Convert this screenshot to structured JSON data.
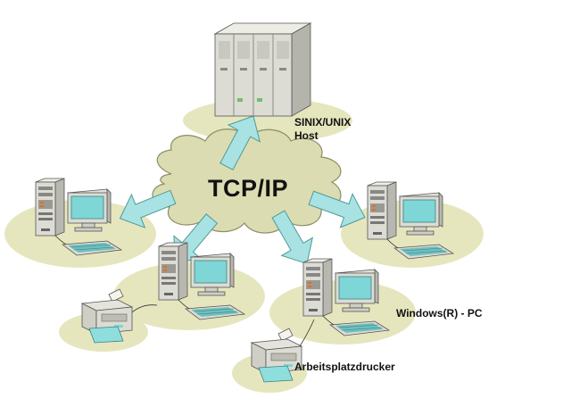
{
  "network": {
    "protocol_label": "TCP/IP"
  },
  "host": {
    "label_line1": "SINIX/UNIX",
    "label_line2": "Host"
  },
  "pc_label": "Windows(R) - PC",
  "printer_label": "Arbeitsplatzdrucker",
  "colors": {
    "cloud": "#dcdcb2",
    "cloud_stroke": "#8c8c66",
    "ground": "#e6e6be",
    "arrow": "#a8e2e2",
    "arrow_stroke": "#4e9a9a",
    "screen": "#7fd6d6",
    "hardware": "#d8d8d0"
  }
}
